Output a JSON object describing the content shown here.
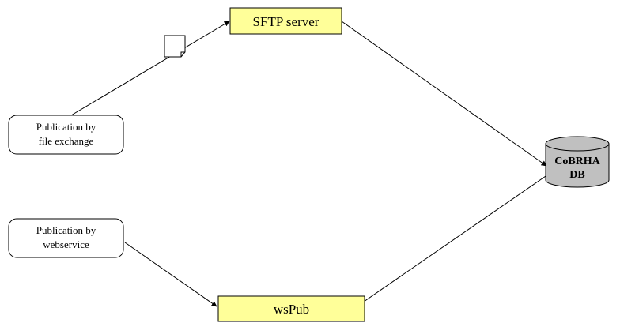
{
  "diagram": {
    "nodes": {
      "sftp_server": {
        "label": "SFTP server"
      },
      "wspub": {
        "label": "wsPub"
      },
      "pub_file_exchange": {
        "lines": [
          "Publication by",
          "file exchange"
        ]
      },
      "pub_webservice": {
        "lines": [
          "Publication by",
          "webservice"
        ]
      },
      "cobrha_db": {
        "lines": [
          "CoBRHA",
          "DB"
        ]
      }
    },
    "edges": [
      {
        "from": "pub_file_exchange",
        "to": "sftp_server",
        "marker": "document"
      },
      {
        "from": "sftp_server",
        "to": "cobrha_db"
      },
      {
        "from": "pub_webservice",
        "to": "wspub"
      },
      {
        "from": "wspub",
        "to": "cobrha_db"
      }
    ]
  },
  "colors": {
    "server_fill": "#ffff99",
    "database_fill": "#c0c0c0",
    "node_fill": "#ffffff",
    "stroke": "#000000"
  }
}
